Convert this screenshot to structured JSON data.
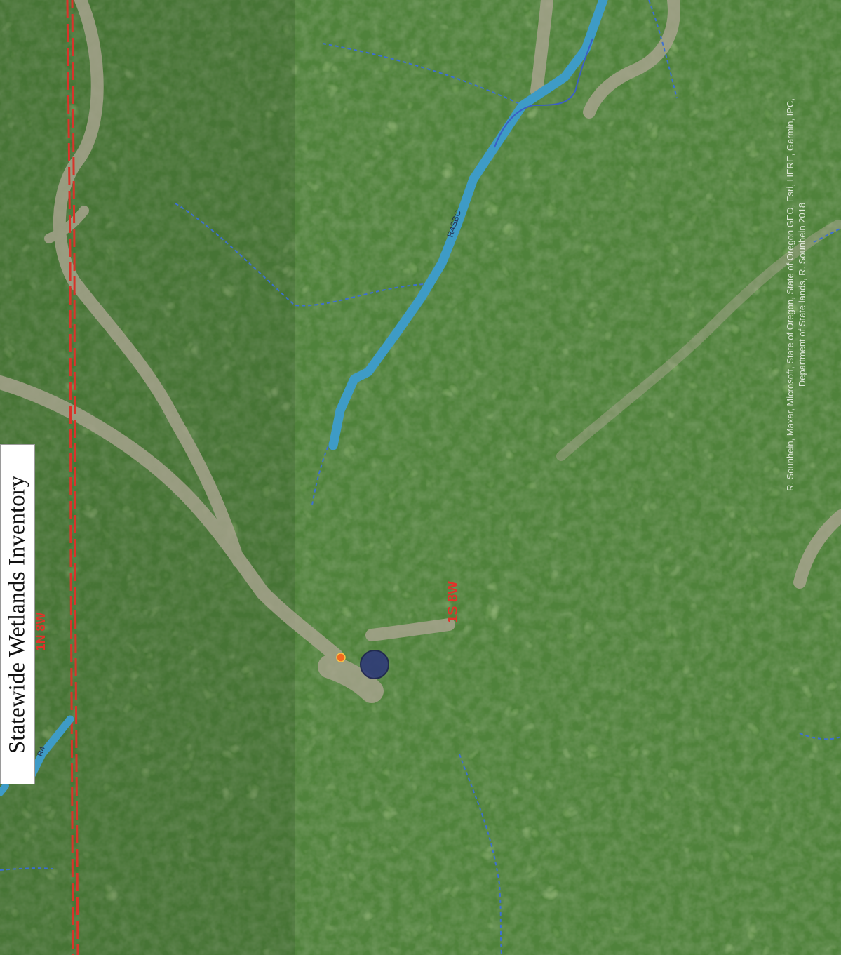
{
  "map": {
    "title": "Statewide Wetlands Inventory",
    "attribution_lines": [
      "R. Sounhein, Maxar, Microsoft, State of Oregon, State of Oregon GEO, Esri, HERE, Garmin, IPC,",
      "Department of State lands, R. Sounhein 2018"
    ],
    "labels": {
      "township": "1S 8W",
      "township_partial": "1N 8W",
      "wetland_code": "R4SBC",
      "wetland_code_partial": "R4"
    },
    "colors": {
      "imagery_green": "#4a7a35",
      "road_tan": "#a9a48f",
      "stream_dashed": "#3d6fd1",
      "wetland_fill": "#3e9bc6",
      "section_line": "#d8342a",
      "township_label": "#e2322a",
      "point_large": "#2f3a78",
      "point_small": "#f06a20"
    },
    "icons": {
      "large_point": "circle-marker-icon",
      "small_point": "dot-marker-icon"
    }
  }
}
